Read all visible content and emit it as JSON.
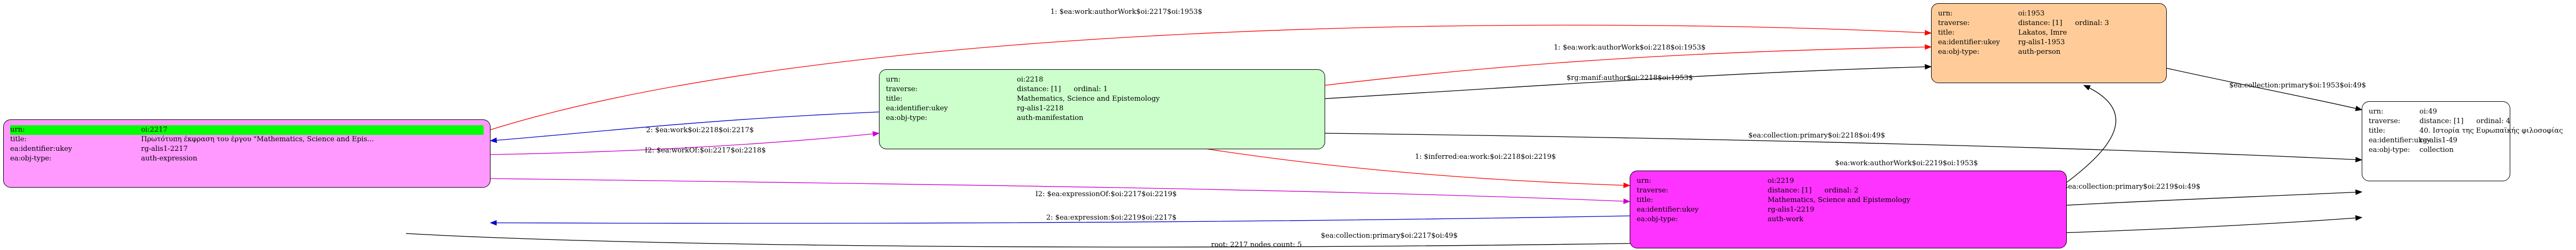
{
  "nodes": {
    "n2217": {
      "color": "#ff99ff",
      "urn_key": "urn:",
      "urn": "oi:2217",
      "title_key": "title:",
      "title": "Πρωτότυπη έκφραση του έργου \"Mathematics, Science and Epis...",
      "ident_key": "ea:identifier:ukey",
      "ident": "rg-alis1-2217",
      "type_key": "ea:obj-type:",
      "type": "auth-expression"
    },
    "n2218": {
      "color": "#ccffcc",
      "urn_key": "urn:",
      "urn": "oi:2218",
      "traverse_key": "traverse:",
      "distance": "distance: [1]",
      "ordinal": "ordinal: 1",
      "title_key": "title:",
      "title": "Mathematics, Science and Epistemology",
      "ident_key": "ea:identifier:ukey",
      "ident": "rg-alis1-2218",
      "type_key": "ea:obj-type:",
      "type": "auth-manifestation"
    },
    "n2219": {
      "color": "#ff33ff",
      "urn_key": "urn:",
      "urn": "oi:2219",
      "traverse_key": "traverse:",
      "distance": "distance: [1]",
      "ordinal": "ordinal: 2",
      "title_key": "title:",
      "title": "Mathematics, Science and Epistemology",
      "ident_key": "ea:identifier:ukey",
      "ident": "rg-alis1-2219",
      "type_key": "ea:obj-type:",
      "type": "auth-work"
    },
    "n1953": {
      "color": "#ffcc99",
      "urn_key": "urn:",
      "urn": "oi:1953",
      "traverse_key": "traverse:",
      "distance": "distance: [1]",
      "ordinal": "ordinal: 3",
      "title_key": "title:",
      "title": "Lakatos, Imre",
      "ident_key": "ea:identifier:ukey",
      "ident": "rg-alis1-1953",
      "type_key": "ea:obj-type:",
      "type": "auth-person"
    },
    "n49": {
      "color": "#ffffff",
      "urn_key": "urn:",
      "urn": "oi:49",
      "traverse_key": "traverse:",
      "distance": "distance: [1]",
      "ordinal": "ordinal: 4",
      "title_key": "title:",
      "title": "40. Ιστορία της Ευρωπαϊκής φιλοσοφίας",
      "ident_key": "ea:identifier:ukey",
      "ident": "rg-alis1-49",
      "type_key": "ea:obj-type:",
      "type": "collection"
    }
  },
  "edges": [
    {
      "id": "e1",
      "label": "1: $ea:work:authorWork$oi:2217$oi:1953$",
      "color": "#ff0000"
    },
    {
      "id": "e2",
      "label": "1: $ea:work:authorWork$oi:2218$oi:1953$",
      "color": "#ff0000"
    },
    {
      "id": "e3",
      "label": "$rg:manif:author$oi:2218$oi:1953$",
      "color": "#000000"
    },
    {
      "id": "e4",
      "label": "$ea:collection:primary$oi:1953$oi:49$",
      "color": "#000000"
    },
    {
      "id": "e5",
      "label": "2: $ea:work$oi:2218$oi:2217$",
      "color": "#0000cc"
    },
    {
      "id": "e6",
      "label": "I2: $ea:workOf:$oi:2217$oi:2218$",
      "color": "#cc00cc"
    },
    {
      "id": "e7",
      "label": "$ea:collection:primary$oi:2218$oi:49$",
      "color": "#000000"
    },
    {
      "id": "e8",
      "label": "$ea:work:authorWork$oi:2219$oi:1953$",
      "color": "#000000"
    },
    {
      "id": "e9",
      "label": "1: $inferred:ea:work:$oi:2218$oi:2219$",
      "color": "#ff0000"
    },
    {
      "id": "e10",
      "label": "I2: $ea:expressionOf:$oi:2217$oi:2219$",
      "color": "#cc00cc"
    },
    {
      "id": "e11",
      "label": "$ea:collection:primary$oi:2219$oi:49$",
      "color": "#000000"
    },
    {
      "id": "e12",
      "label": "2: $ea:expression:$oi:2219$oi:2217$",
      "color": "#0000cc"
    },
    {
      "id": "e13",
      "label": "$ea:collection:primary$oi:2217$oi:49$",
      "color": "#000000"
    }
  ],
  "footer": "root: 2217 nodes count: 5"
}
